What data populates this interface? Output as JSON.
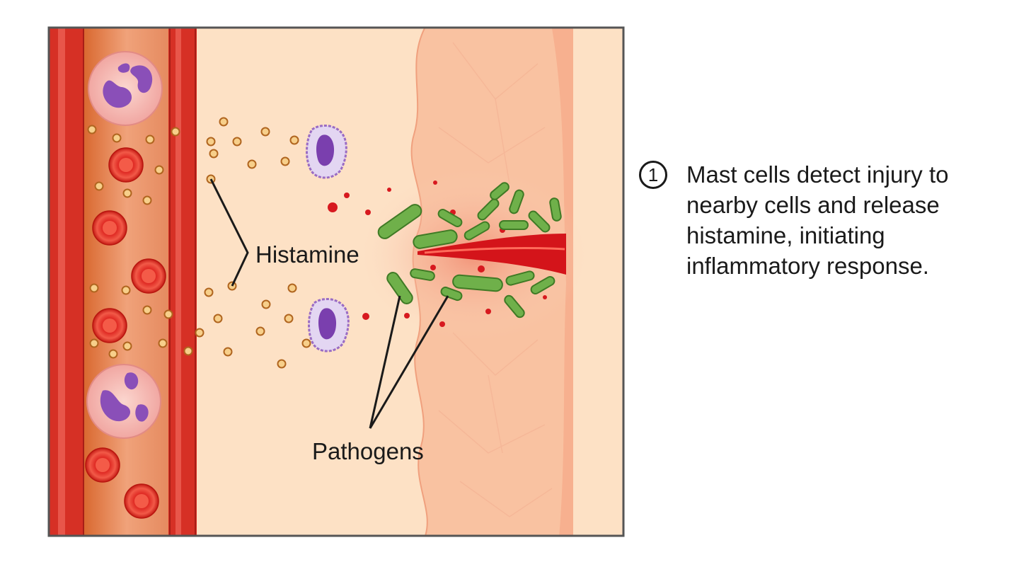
{
  "labels": {
    "histamine": "Histamine",
    "pathogens": "Pathogens"
  },
  "step": {
    "number": "1",
    "lines": [
      "Mast cells detect injury to",
      "nearby cells and release",
      "histamine, initiating",
      "inflammatory response."
    ]
  },
  "colors": {
    "vessel_wall": "#d93a2b",
    "plasma": "#e98a5c",
    "tissue": "#fde0c4",
    "skin": "#f7b99a",
    "pathogen": "#6fb04a",
    "mast_cell": "#9a6cc4",
    "histamine": "#f5c27a",
    "blood": "#d7191f"
  },
  "icons": {
    "red_blood_cell": "red-blood-cell-icon",
    "white_blood_cell": "neutrophil-icon",
    "mast_cell": "mast-cell-icon",
    "histamine": "histamine-granule-icon",
    "pathogen": "bacterium-icon"
  }
}
